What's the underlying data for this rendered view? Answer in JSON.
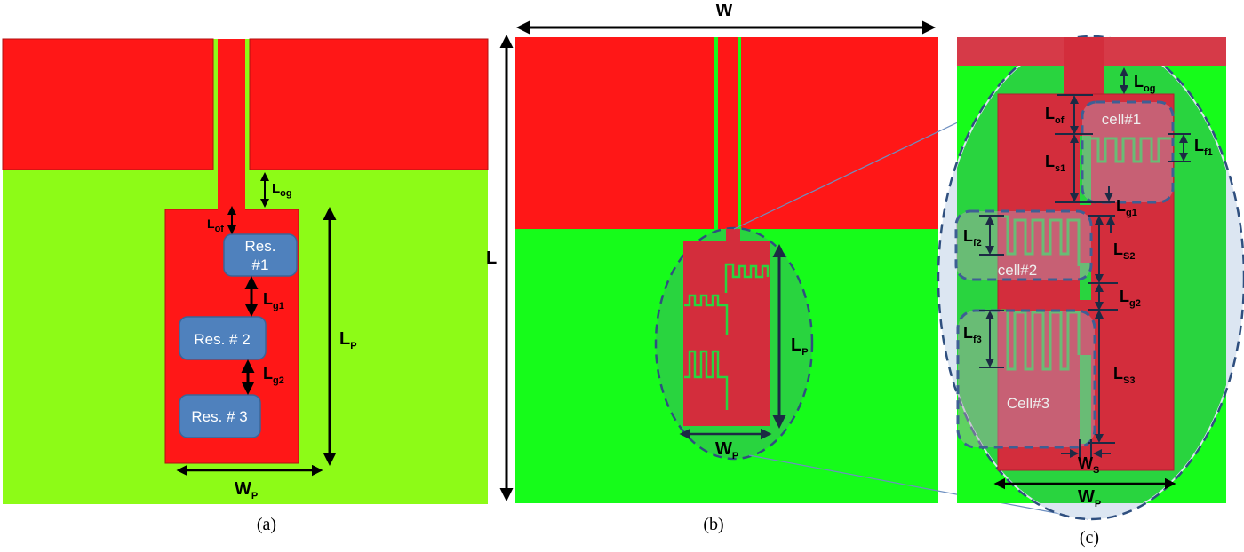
{
  "colors": {
    "ground_red": "#ff1717",
    "substrate_lime_a": "#8dfb17",
    "substrate_green_bc": "#16fc1a",
    "patch_dark_red": "#d32d3c",
    "resonator_blue": "#4f81bd",
    "dashed_outline": "#2f4f7f",
    "zoom_ellipse_fill": "#dce6f2"
  },
  "panel_a": {
    "caption": "(a)",
    "resonators": [
      "Res.",
      "#1",
      "Res. # 2",
      "Res. # 3"
    ],
    "dims": {
      "log": "L",
      "log_sub": "og",
      "lof": "L",
      "lof_sub": "of",
      "lg1": "L",
      "lg1_sub": "g1",
      "lg2": "L",
      "lg2_sub": "g2",
      "lp": "L",
      "lp_sub": "P",
      "wp": "W",
      "wp_sub": "P"
    }
  },
  "panel_b": {
    "caption": "(b)",
    "dims": {
      "w": "W",
      "l": "L",
      "lp": "L",
      "lp_sub": "P",
      "wp": "W",
      "wp_sub": "P"
    }
  },
  "panel_c": {
    "caption": "(c)",
    "cells": [
      "cell#1",
      "cell#2",
      "Cell#3"
    ],
    "dims": {
      "log": "L",
      "log_sub": "og",
      "lof": "L",
      "lof_sub": "of",
      "lf1": "L",
      "lf1_sub": "f1",
      "ls1": "L",
      "ls1_sub": "s1",
      "lg1": "L",
      "lg1_sub": "g1",
      "lf2": "L",
      "lf2_sub": "f2",
      "ls2": "L",
      "ls2_sub": "S2",
      "lg2": "L",
      "lg2_sub": "g2",
      "lf3": "L",
      "lf3_sub": "f3",
      "ls3": "L",
      "ls3_sub": "S3",
      "ws": "W",
      "ws_sub": "S",
      "wp": "W",
      "wp_sub": "P"
    }
  }
}
